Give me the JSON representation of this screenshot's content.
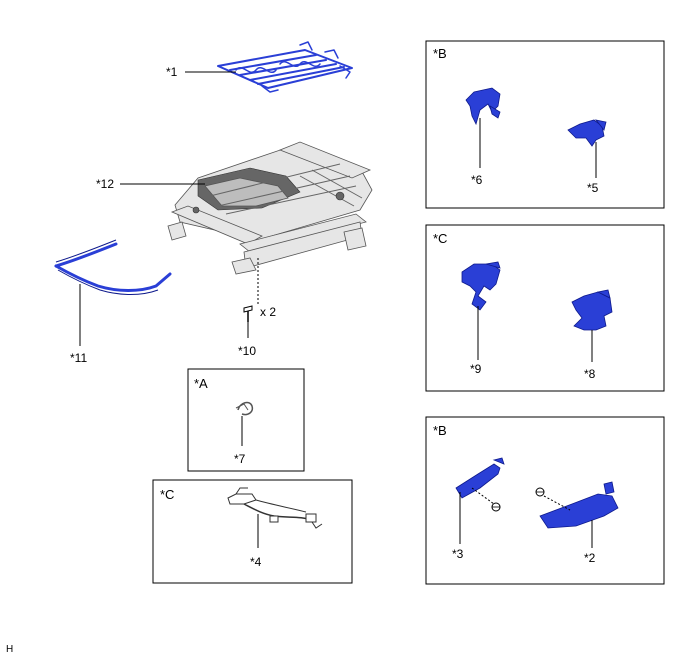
{
  "callouts": {
    "c1": "*1",
    "c2": "*2",
    "c3": "*3",
    "c4": "*4",
    "c5": "*5",
    "c6": "*6",
    "c7": "*7",
    "c8": "*8",
    "c9": "*9",
    "c10": "*10",
    "c11": "*11",
    "c12": "*12"
  },
  "quantity": "x 2",
  "boxes": {
    "b_top": "*B",
    "c_mid": "*C",
    "b_bottom": "*B",
    "a": "*A",
    "c_bottom": "*C"
  },
  "footer_code": "H",
  "colors": {
    "part_blue": "#2a3fd6",
    "frame_grey": "#e6e6e6"
  }
}
